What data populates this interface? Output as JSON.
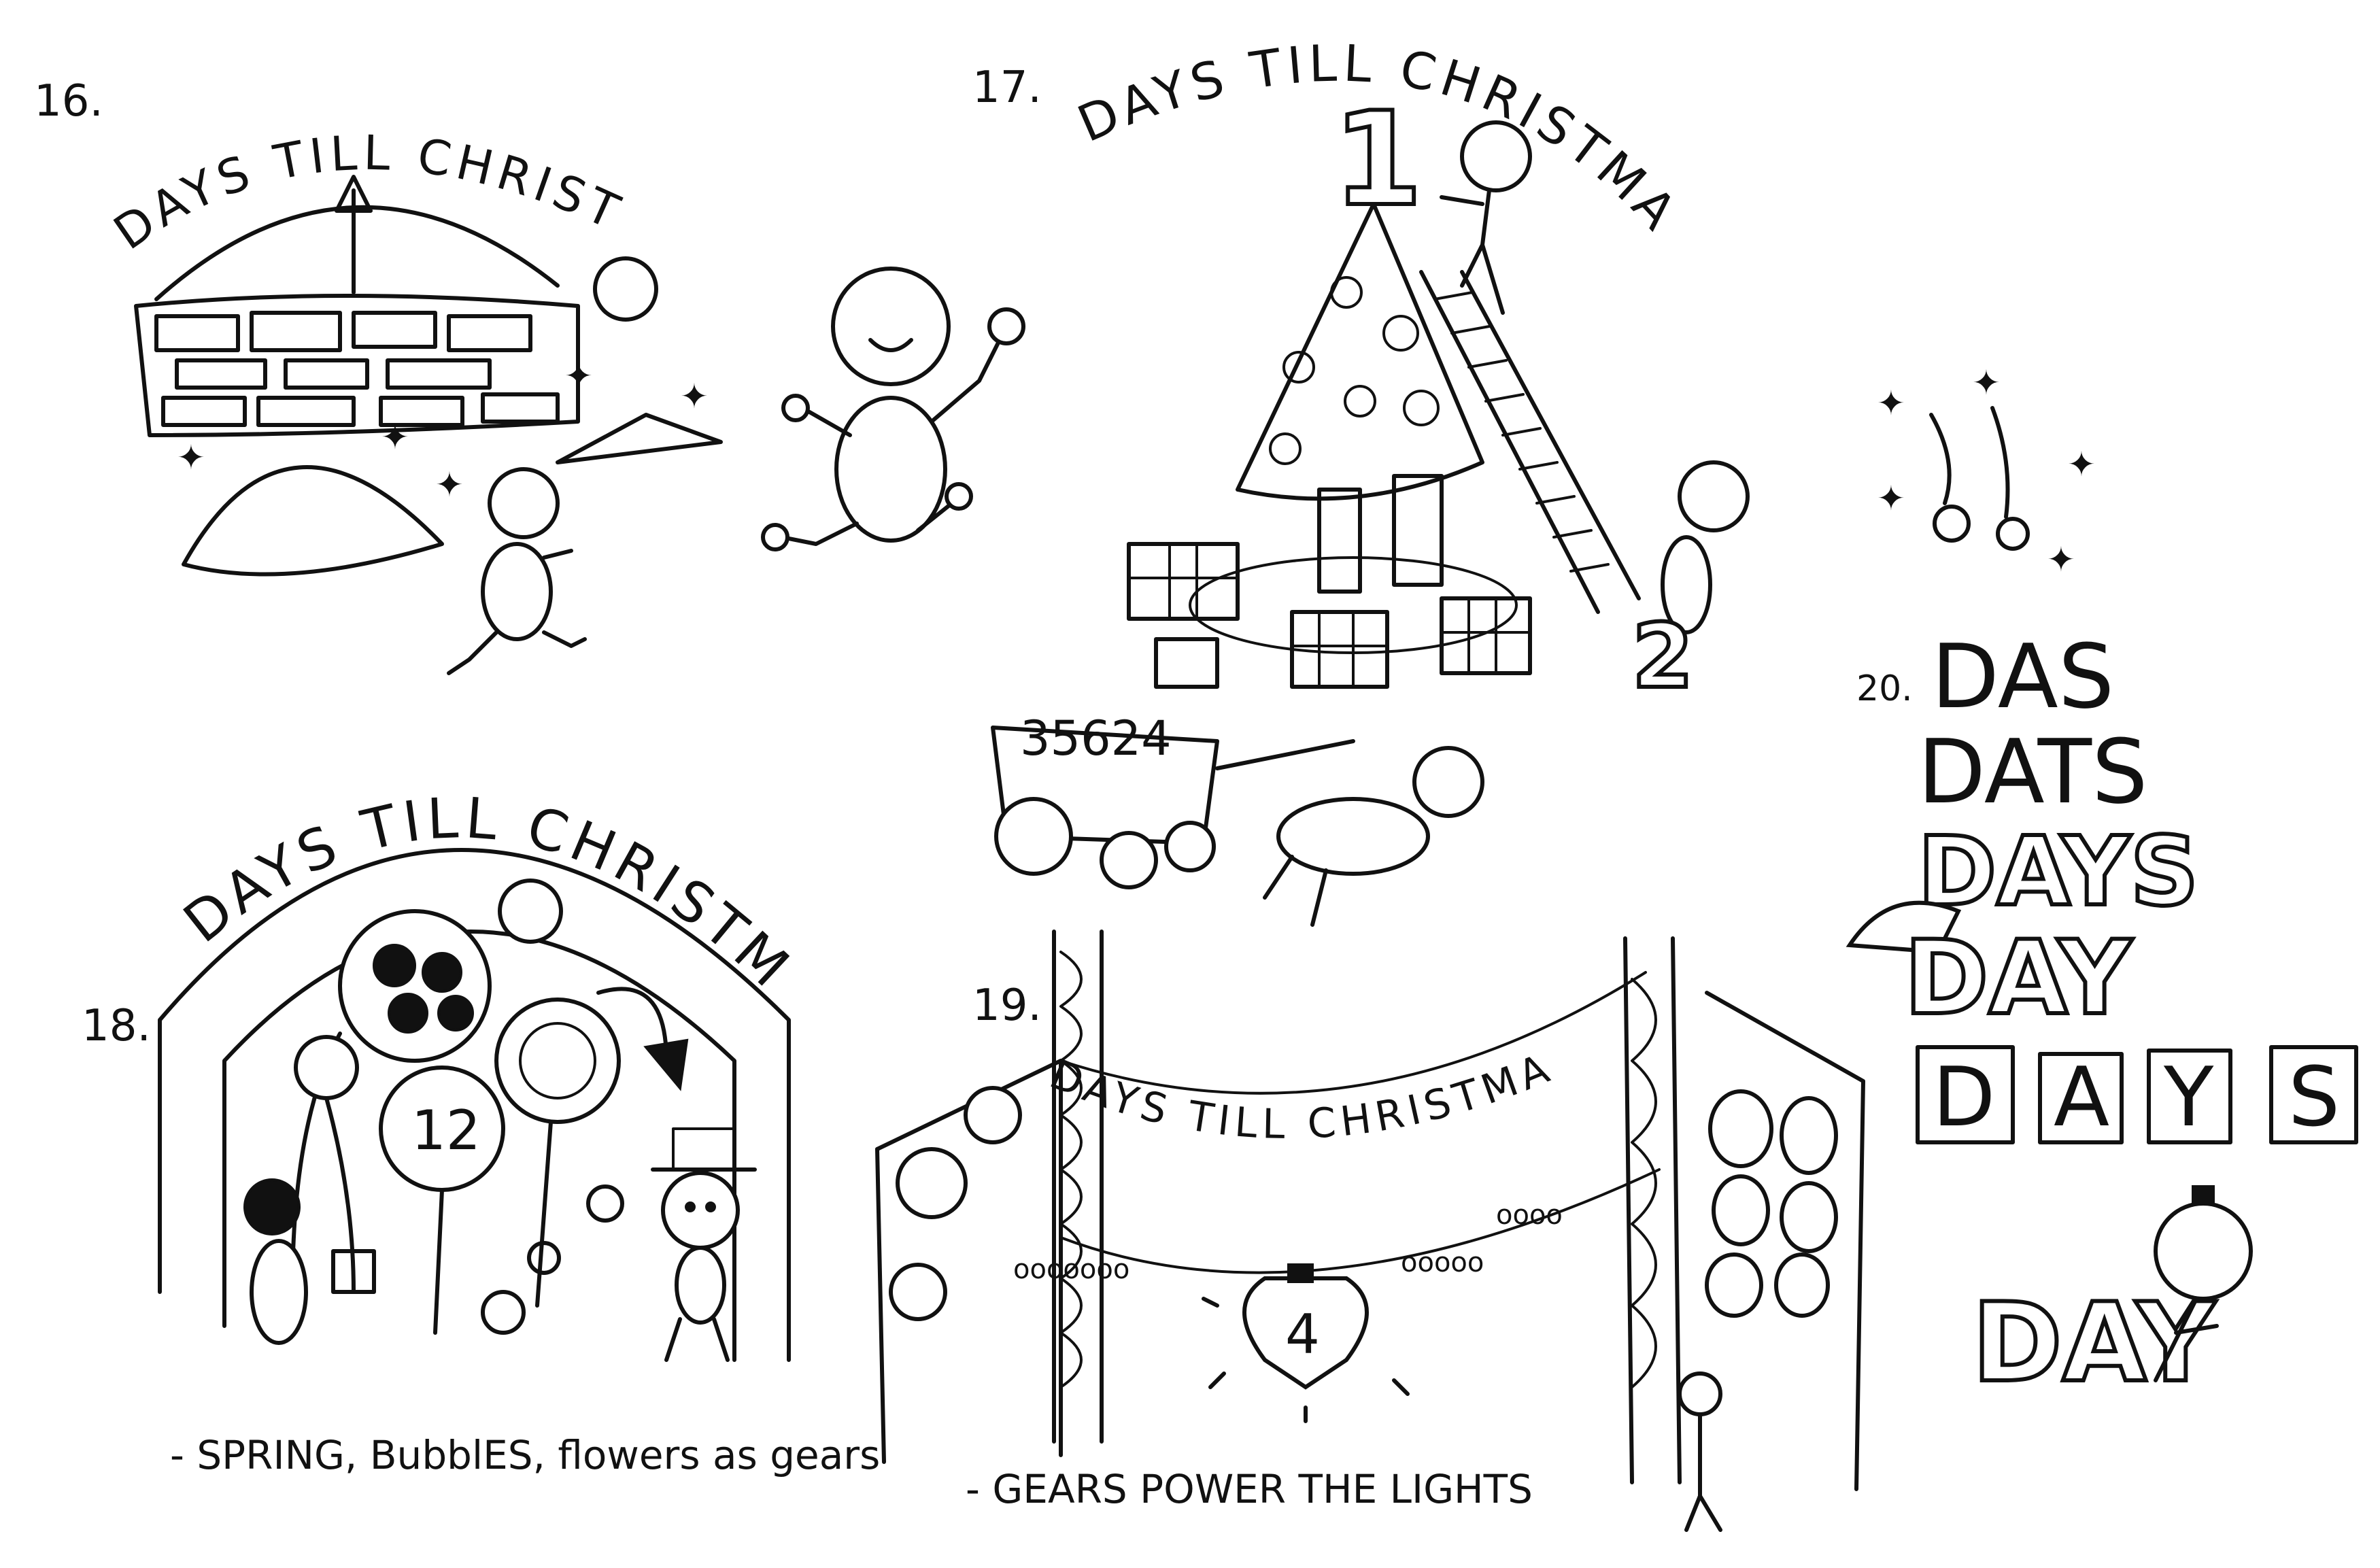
{
  "panels": {
    "p16": {
      "number": "16.",
      "title": "DAYS TILL CHRISTMAS"
    },
    "p17": {
      "number": "17.",
      "title": "DAYS TILL CHRISTMAS",
      "tree_digit": "1",
      "ladder_digit": "2",
      "cart_digits": "35624"
    },
    "p18": {
      "number": "18.",
      "title": "DAYS TILL CHRISTMAS",
      "flower_digit": "12",
      "caption": "- SPRING, BubblES, flowers as gears"
    },
    "p19": {
      "number": "19.",
      "banner": "DAYS TILL CHRISTMAS",
      "bulb_digit": "4",
      "caption": "- GEARS POWER THE LIGHTS"
    },
    "p20": {
      "number": "20.",
      "words": [
        "DAS",
        "DATS",
        "DAYS",
        "DAY"
      ],
      "boxed_letters": [
        "D",
        "A",
        "Y",
        "S"
      ],
      "final": "DAY"
    }
  }
}
